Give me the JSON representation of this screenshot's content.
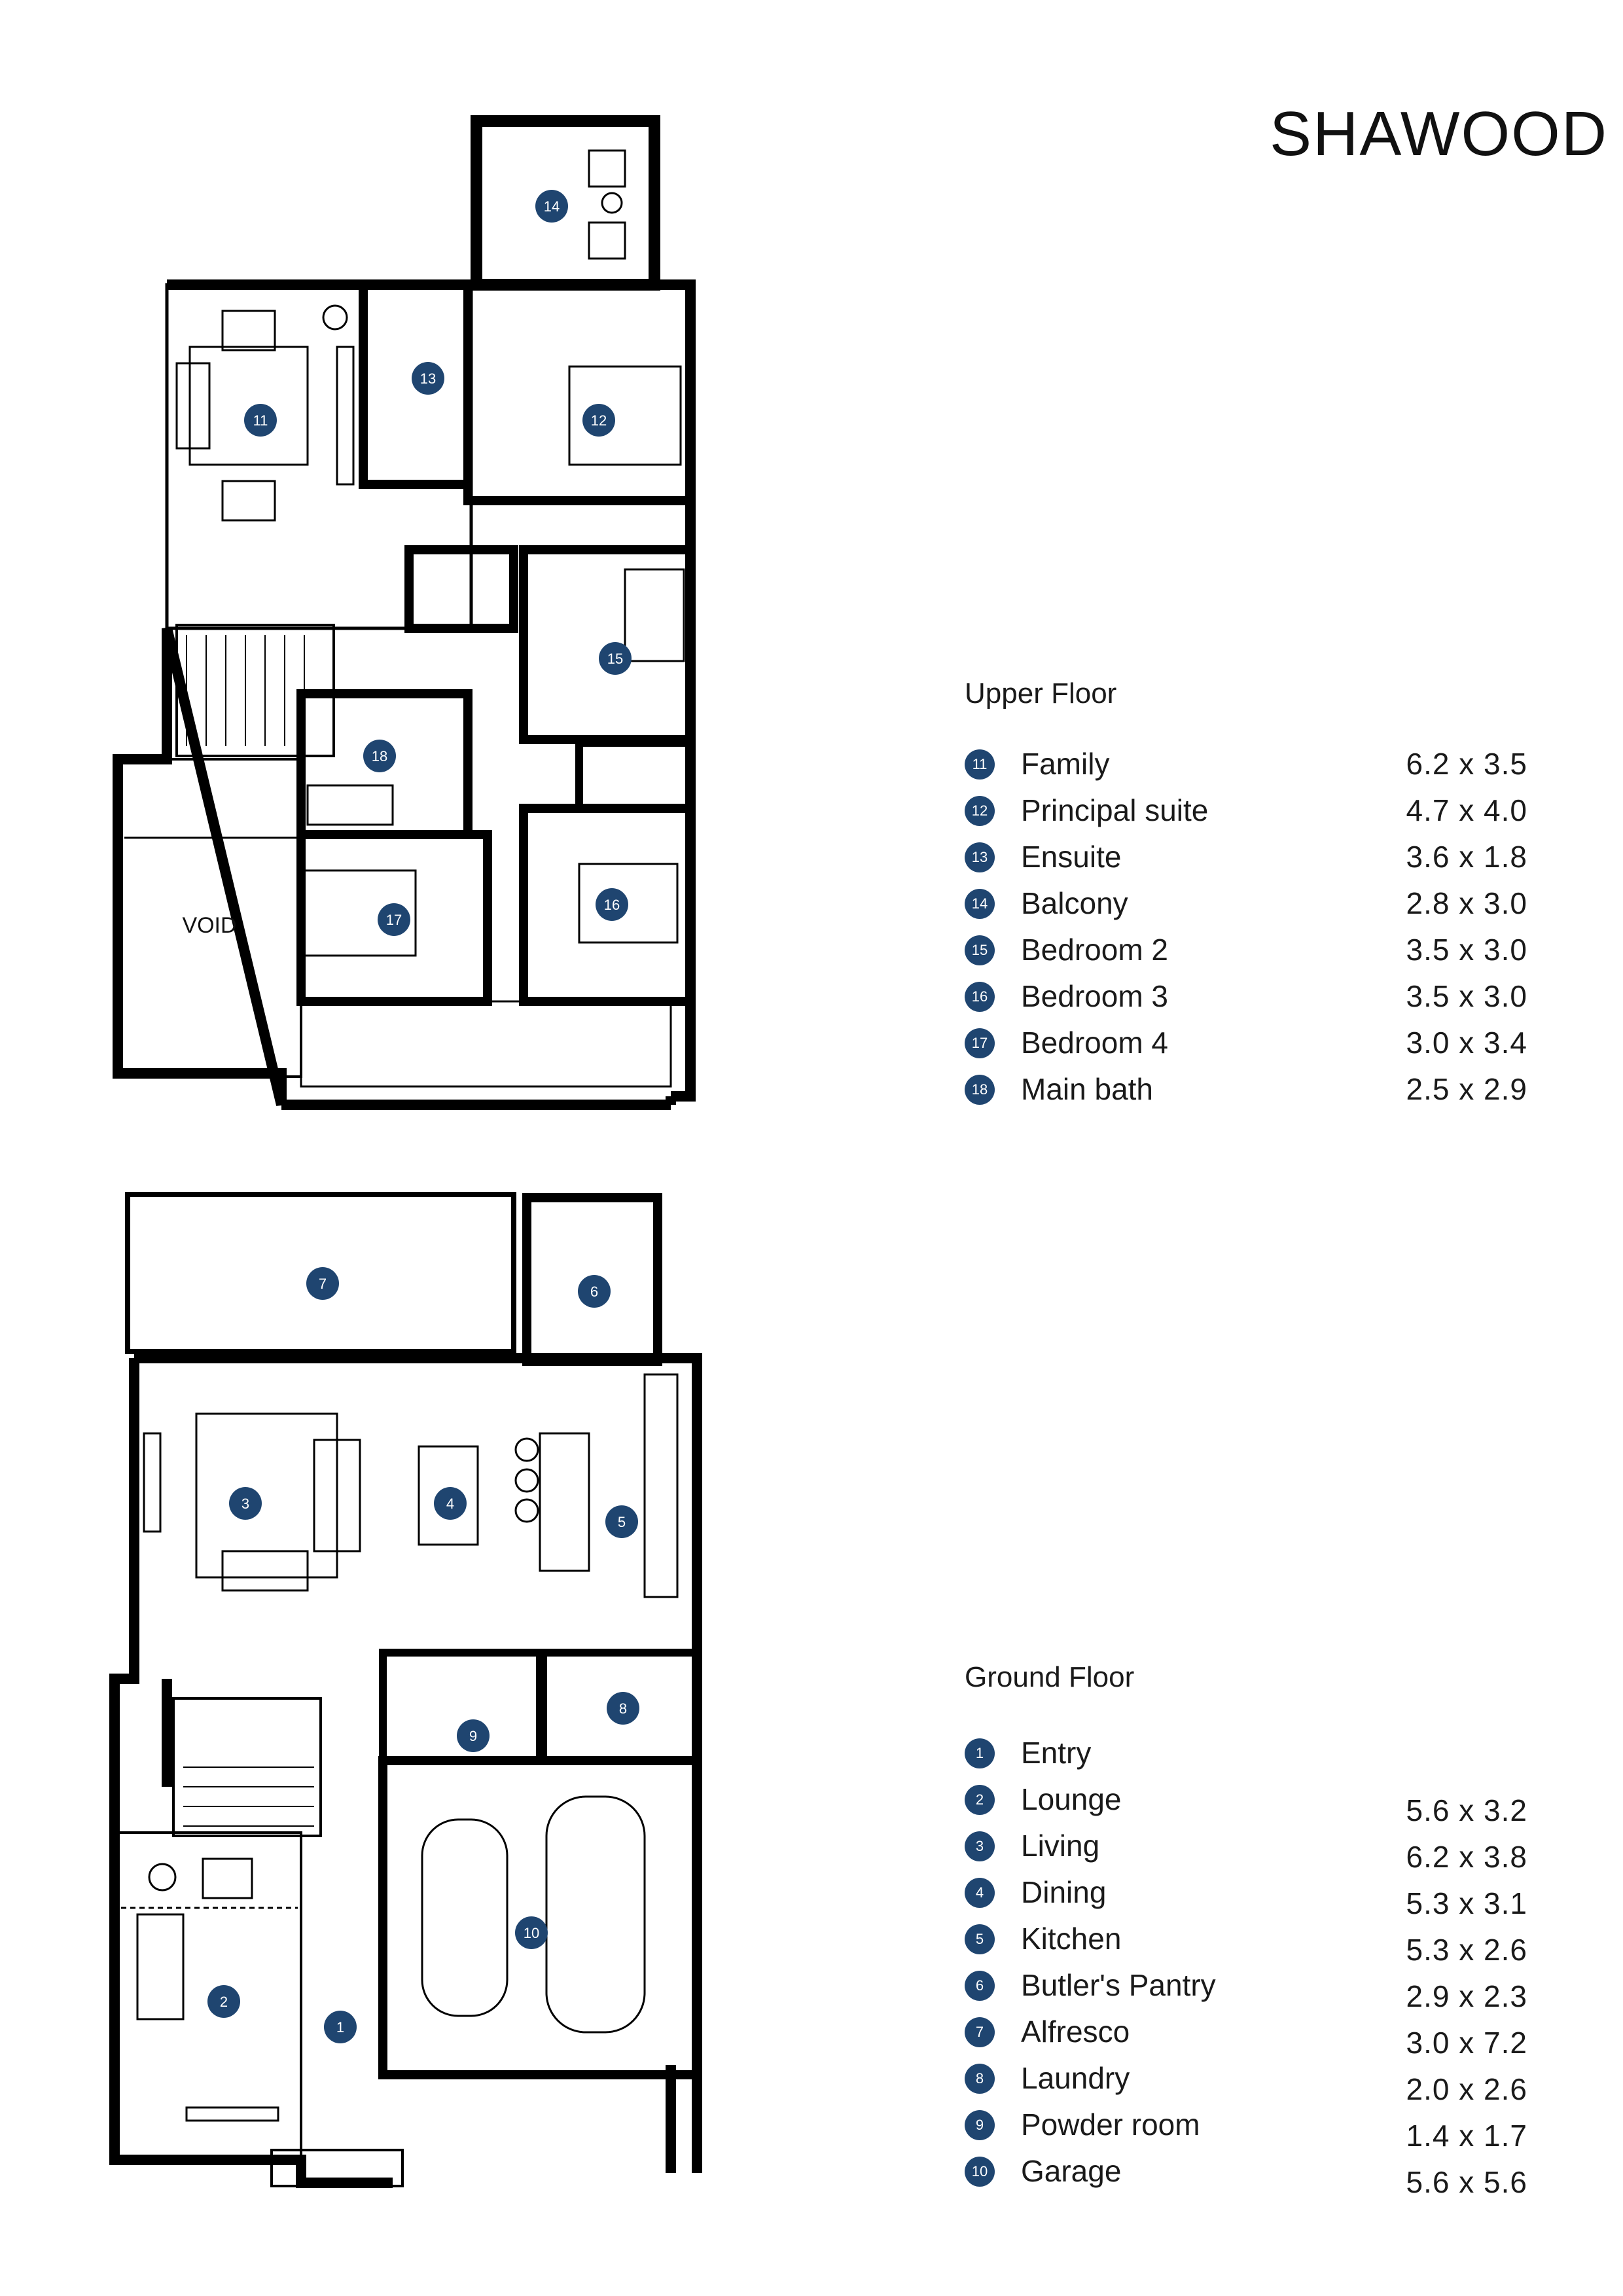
{
  "brand": {
    "logo": "SHAWOOD"
  },
  "colors": {
    "badge": "#1f4570",
    "wall": "#000000",
    "line": "#333333"
  },
  "upper_floor": {
    "title": "Upper Floor",
    "void_label": "VOID",
    "rooms": [
      {
        "num": "11",
        "name": "Family",
        "dim": "6.2 x 3.5"
      },
      {
        "num": "12",
        "name": "Principal suite",
        "dim": "4.7 x 4.0"
      },
      {
        "num": "13",
        "name": "Ensuite",
        "dim": "3.6 x 1.8"
      },
      {
        "num": "14",
        "name": "Balcony",
        "dim": "2.8 x 3.0"
      },
      {
        "num": "15",
        "name": "Bedroom 2",
        "dim": "3.5 x 3.0"
      },
      {
        "num": "16",
        "name": "Bedroom 3",
        "dim": "3.5 x 3.0"
      },
      {
        "num": "17",
        "name": "Bedroom 4",
        "dim": "3.0 x 3.4"
      },
      {
        "num": "18",
        "name": "Main bath",
        "dim": "2.5 x 2.9"
      }
    ]
  },
  "ground_floor": {
    "title": "Ground Floor",
    "rooms": [
      {
        "num": "1",
        "name": "Entry",
        "dim": ""
      },
      {
        "num": "2",
        "name": "Lounge",
        "dim": "5.6 x 3.2"
      },
      {
        "num": "3",
        "name": "Living",
        "dim": "6.2 x 3.8"
      },
      {
        "num": "4",
        "name": "Dining",
        "dim": "5.3 x 3.1"
      },
      {
        "num": "5",
        "name": "Kitchen",
        "dim": "5.3 x 2.6"
      },
      {
        "num": "6",
        "name": "Butler's Pantry",
        "dim": "2.9 x 2.3"
      },
      {
        "num": "7",
        "name": "Alfresco",
        "dim": "3.0 x 7.2"
      },
      {
        "num": "8",
        "name": "Laundry",
        "dim": "2.0 x 2.6"
      },
      {
        "num": "9",
        "name": "Powder room",
        "dim": "1.4 x 1.7"
      },
      {
        "num": "10",
        "name": "Garage",
        "dim": "5.6 x 5.6"
      }
    ]
  }
}
